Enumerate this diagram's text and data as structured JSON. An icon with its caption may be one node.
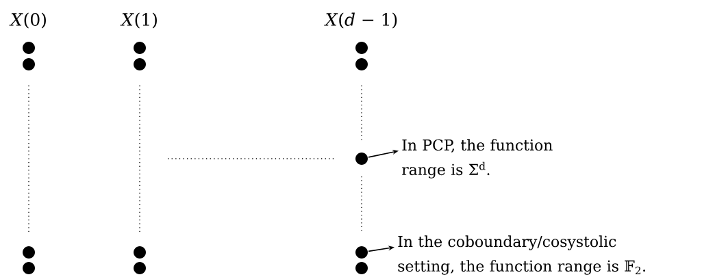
{
  "diagram": {
    "nodes": [
      {
        "text": [],
        "shape": "circle"
      },
      {
        "text": [],
        "shape": "circle"
      },
      {
        "text": [],
        "shape": "circle"
      },
      {
        "text": [],
        "shape": "circle"
      },
      {
        "text": [],
        "shape": "circle"
      },
      {
        "text": [],
        "shape": "circle"
      },
      {
        "text": [],
        "shape": "circle"
      },
      {
        "text": [
          "In PCP, the function range is Σ$^{d}$."
        ]
      },
      {
        "text": [],
        "shape": "circle"
      },
      {
        "text": [],
        "shape": "circle"
      },
      {
        "text": [],
        "shape": "circle"
      },
      {
        "text": [
          "In the coboundary/cosystolic setting, the function range is 𝔽$_{2}$."
        ]
      },
      {
        "text": [],
        "shape": "circle"
      },
      {
        "text": [],
        "shape": "circle"
      },
      {
        "text": [],
        "shape": "circle"
      }
    ],
    "edges": [
      {
        "from": 6,
        "to": 7,
        "arrow": "to"
      },
      {
        "from": 10,
        "to": 11,
        "arrow": "to"
      }
    ],
    "labels": [
      "*X*(0)",
      "*X*(1)",
      "*X*(*d* − 1)"
    ]
  }
}
